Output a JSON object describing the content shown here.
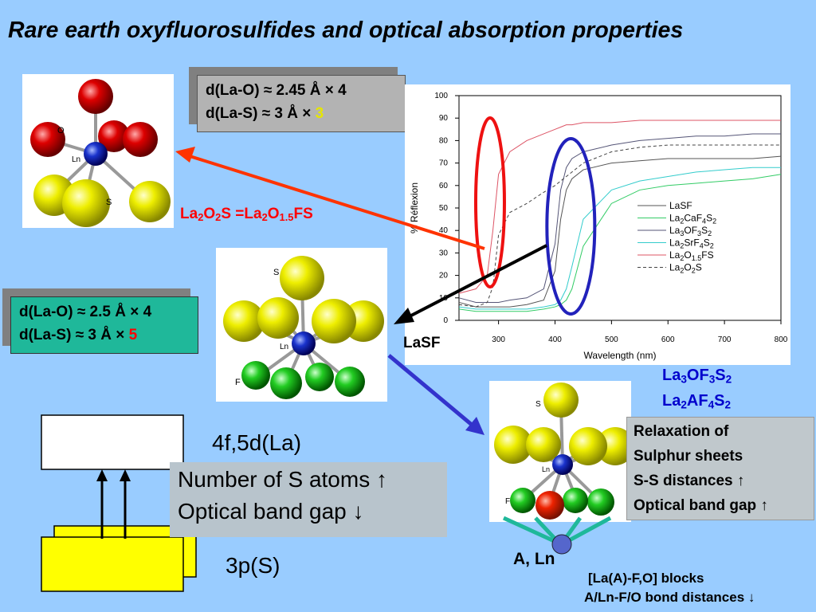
{
  "title": "Rare earth oxyfluorosulfides and optical absorption properties",
  "box1": {
    "line1": "d(La-O) ≈ 2.45 Å × 4",
    "line2_prefix": "d(La-S) ≈ 3 Å × ",
    "line2_highlight": "3"
  },
  "box2": {
    "line1": "d(La-O) ≈ 2.5 Å × 4",
    "line2_prefix": "d(La-S) ≈ 3 Å × ",
    "line2_highlight": "5"
  },
  "formula_la2o2s": {
    "a": "La",
    "a_sub": "2",
    "b": "O",
    "b_sub": "2",
    "c": "S =La",
    "c_sub": "2",
    "d": "O",
    "d_sub": "1.5",
    "e": "FS"
  },
  "label_lasf": "LaSF",
  "label_la3of3s2": {
    "a": "La",
    "a_sub": "3",
    "b": "OF",
    "b_sub": "3",
    "c": "S",
    "c_sub": "2"
  },
  "label_la2af4s2": {
    "a": "La",
    "a_sub": "2",
    "b": "AF",
    "b_sub": "4",
    "c": "S",
    "c_sub": "2"
  },
  "molecule_labels": {
    "o": "O",
    "ln": "Ln",
    "s": "S",
    "f": "F"
  },
  "band": {
    "upper": "4f,5d(La)",
    "lower": "3p(S)"
  },
  "trend_box": {
    "line1": "Number of S atoms ↑",
    "line2": "Optical band gap ↓"
  },
  "relax_box": {
    "line1": "Relaxation of",
    "line2": "Sulphur sheets",
    "line3": "S-S  distances ↑",
    "line4": "Optical band gap ↑"
  },
  "a_ln": "A, Ln",
  "blocks": {
    "line1": "[La(A)-F,O] blocks",
    "line2": "A/Ln-F/O bond distances ↓"
  },
  "colors": {
    "background": "#99ccff",
    "red": "#ff0000",
    "blue": "#0000cc",
    "teal": "#1fb89a",
    "sulfur": "#e6e600",
    "oxygen": "#cc0000",
    "fluorine": "#22cc22",
    "lanthanum": "#1a33cc"
  },
  "chart_data": {
    "type": "line",
    "xlabel": "Wavelength (nm)",
    "ylabel": "% Réflexion",
    "xlim": [
      230,
      800
    ],
    "ylim": [
      0,
      100
    ],
    "x_ticks": [
      300,
      400,
      500,
      600,
      700,
      800
    ],
    "y_ticks": [
      0,
      10,
      20,
      30,
      40,
      50,
      60,
      70,
      80,
      90,
      100
    ],
    "legend_position": "right",
    "grid": false,
    "x": [
      230,
      260,
      280,
      290,
      300,
      320,
      350,
      380,
      400,
      410,
      420,
      430,
      450,
      500,
      550,
      600,
      650,
      700,
      750,
      800
    ],
    "series": [
      {
        "name": "LaSF",
        "color": "#555555",
        "dash": "",
        "values": [
          8,
          6,
          6,
          6,
          6,
          6,
          7,
          9,
          22,
          45,
          58,
          63,
          67,
          70,
          71,
          72,
          72,
          72,
          72,
          73
        ]
      },
      {
        "name": "La2CaF4S2",
        "color": "#33cc66",
        "dash": "",
        "values": [
          5,
          4,
          4,
          4,
          4,
          4,
          4,
          5,
          6,
          7,
          9,
          14,
          33,
          52,
          58,
          60,
          61,
          62,
          63,
          65
        ]
      },
      {
        "name": "La3OF3S2",
        "color": "#555577",
        "dash": "",
        "values": [
          10,
          8,
          8,
          8,
          8,
          9,
          10,
          14,
          34,
          58,
          68,
          72,
          75,
          78,
          80,
          81,
          82,
          82,
          83,
          83
        ]
      },
      {
        "name": "La2SrF4S2",
        "color": "#33cccc",
        "dash": "",
        "values": [
          6,
          5,
          5,
          5,
          5,
          5,
          5,
          6,
          7,
          9,
          14,
          24,
          45,
          58,
          62,
          64,
          66,
          67,
          68,
          68
        ]
      },
      {
        "name": "La2O1.5FS",
        "color": "#dd5566",
        "dash": "",
        "values": [
          12,
          14,
          20,
          40,
          65,
          75,
          80,
          83,
          85,
          86,
          87,
          87,
          88,
          88,
          89,
          89,
          89,
          89,
          89,
          89
        ]
      },
      {
        "name": "La2O2S",
        "color": "#444444",
        "dash": "4,3",
        "values": [
          7,
          6,
          8,
          15,
          38,
          48,
          52,
          57,
          60,
          62,
          64,
          66,
          70,
          75,
          77,
          78,
          78,
          78,
          78,
          78
        ]
      }
    ],
    "legend_display": [
      {
        "base": "LaSF",
        "parts": [
          [
            "LaSF",
            ""
          ]
        ]
      },
      {
        "base": "La2CaF4S2",
        "parts": [
          [
            "La",
            "2"
          ],
          [
            "CaF",
            "4"
          ],
          [
            "S",
            "2"
          ]
        ]
      },
      {
        "base": "La3OF3S2",
        "parts": [
          [
            "La",
            "3"
          ],
          [
            "OF",
            "3"
          ],
          [
            "S",
            "2"
          ]
        ]
      },
      {
        "base": "La2SrF4S2",
        "parts": [
          [
            "La",
            "2"
          ],
          [
            "SrF",
            "4"
          ],
          [
            "S",
            "2"
          ]
        ]
      },
      {
        "base": "La2O1.5FS",
        "parts": [
          [
            "La",
            "2"
          ],
          [
            "O",
            "1.5"
          ],
          [
            "FS",
            ""
          ]
        ]
      },
      {
        "base": "La2O2S",
        "parts": [
          [
            "La",
            "2"
          ],
          [
            "O",
            "2"
          ],
          [
            "S",
            ""
          ]
        ]
      }
    ]
  }
}
